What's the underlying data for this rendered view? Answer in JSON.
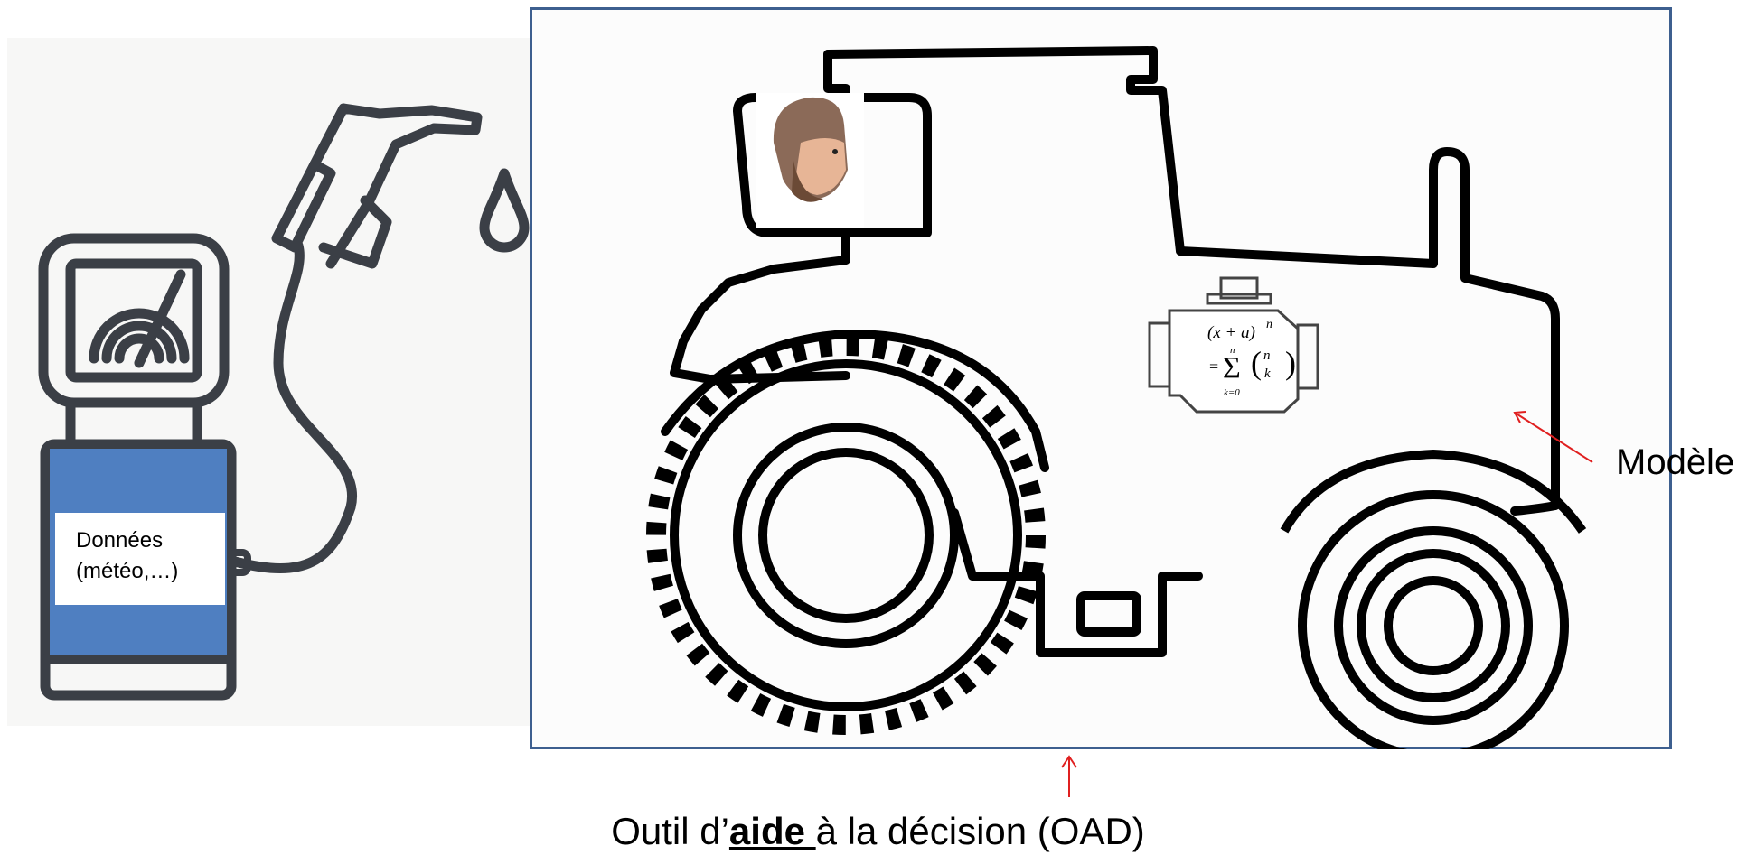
{
  "data_box": {
    "line1": "Données",
    "line2": "(météo,…)"
  },
  "engine_label": "Modèle",
  "engine_formula": {
    "lhs": "(x + a)",
    "lhs_exp": "n",
    "eq": "=",
    "sum_top": "n",
    "sum_bottom": "k=0",
    "binom_top": "n",
    "binom_bottom": "k"
  },
  "oad_caption": {
    "before": "Outil d’",
    "emphasis": "aide ",
    "after": "à la décision (OAD)"
  },
  "colors": {
    "frame_border": "#3d5f8f",
    "pump_blue": "#4f7fc1",
    "pump_outline": "#3b3f46",
    "arrow_red": "#e02020",
    "tractor_outline": "#000000"
  },
  "icons": [
    "fuel-pump-icon",
    "fuel-nozzle-icon",
    "fuel-drop-icon",
    "tractor-icon",
    "farmer-avatar-icon",
    "engine-icon"
  ]
}
